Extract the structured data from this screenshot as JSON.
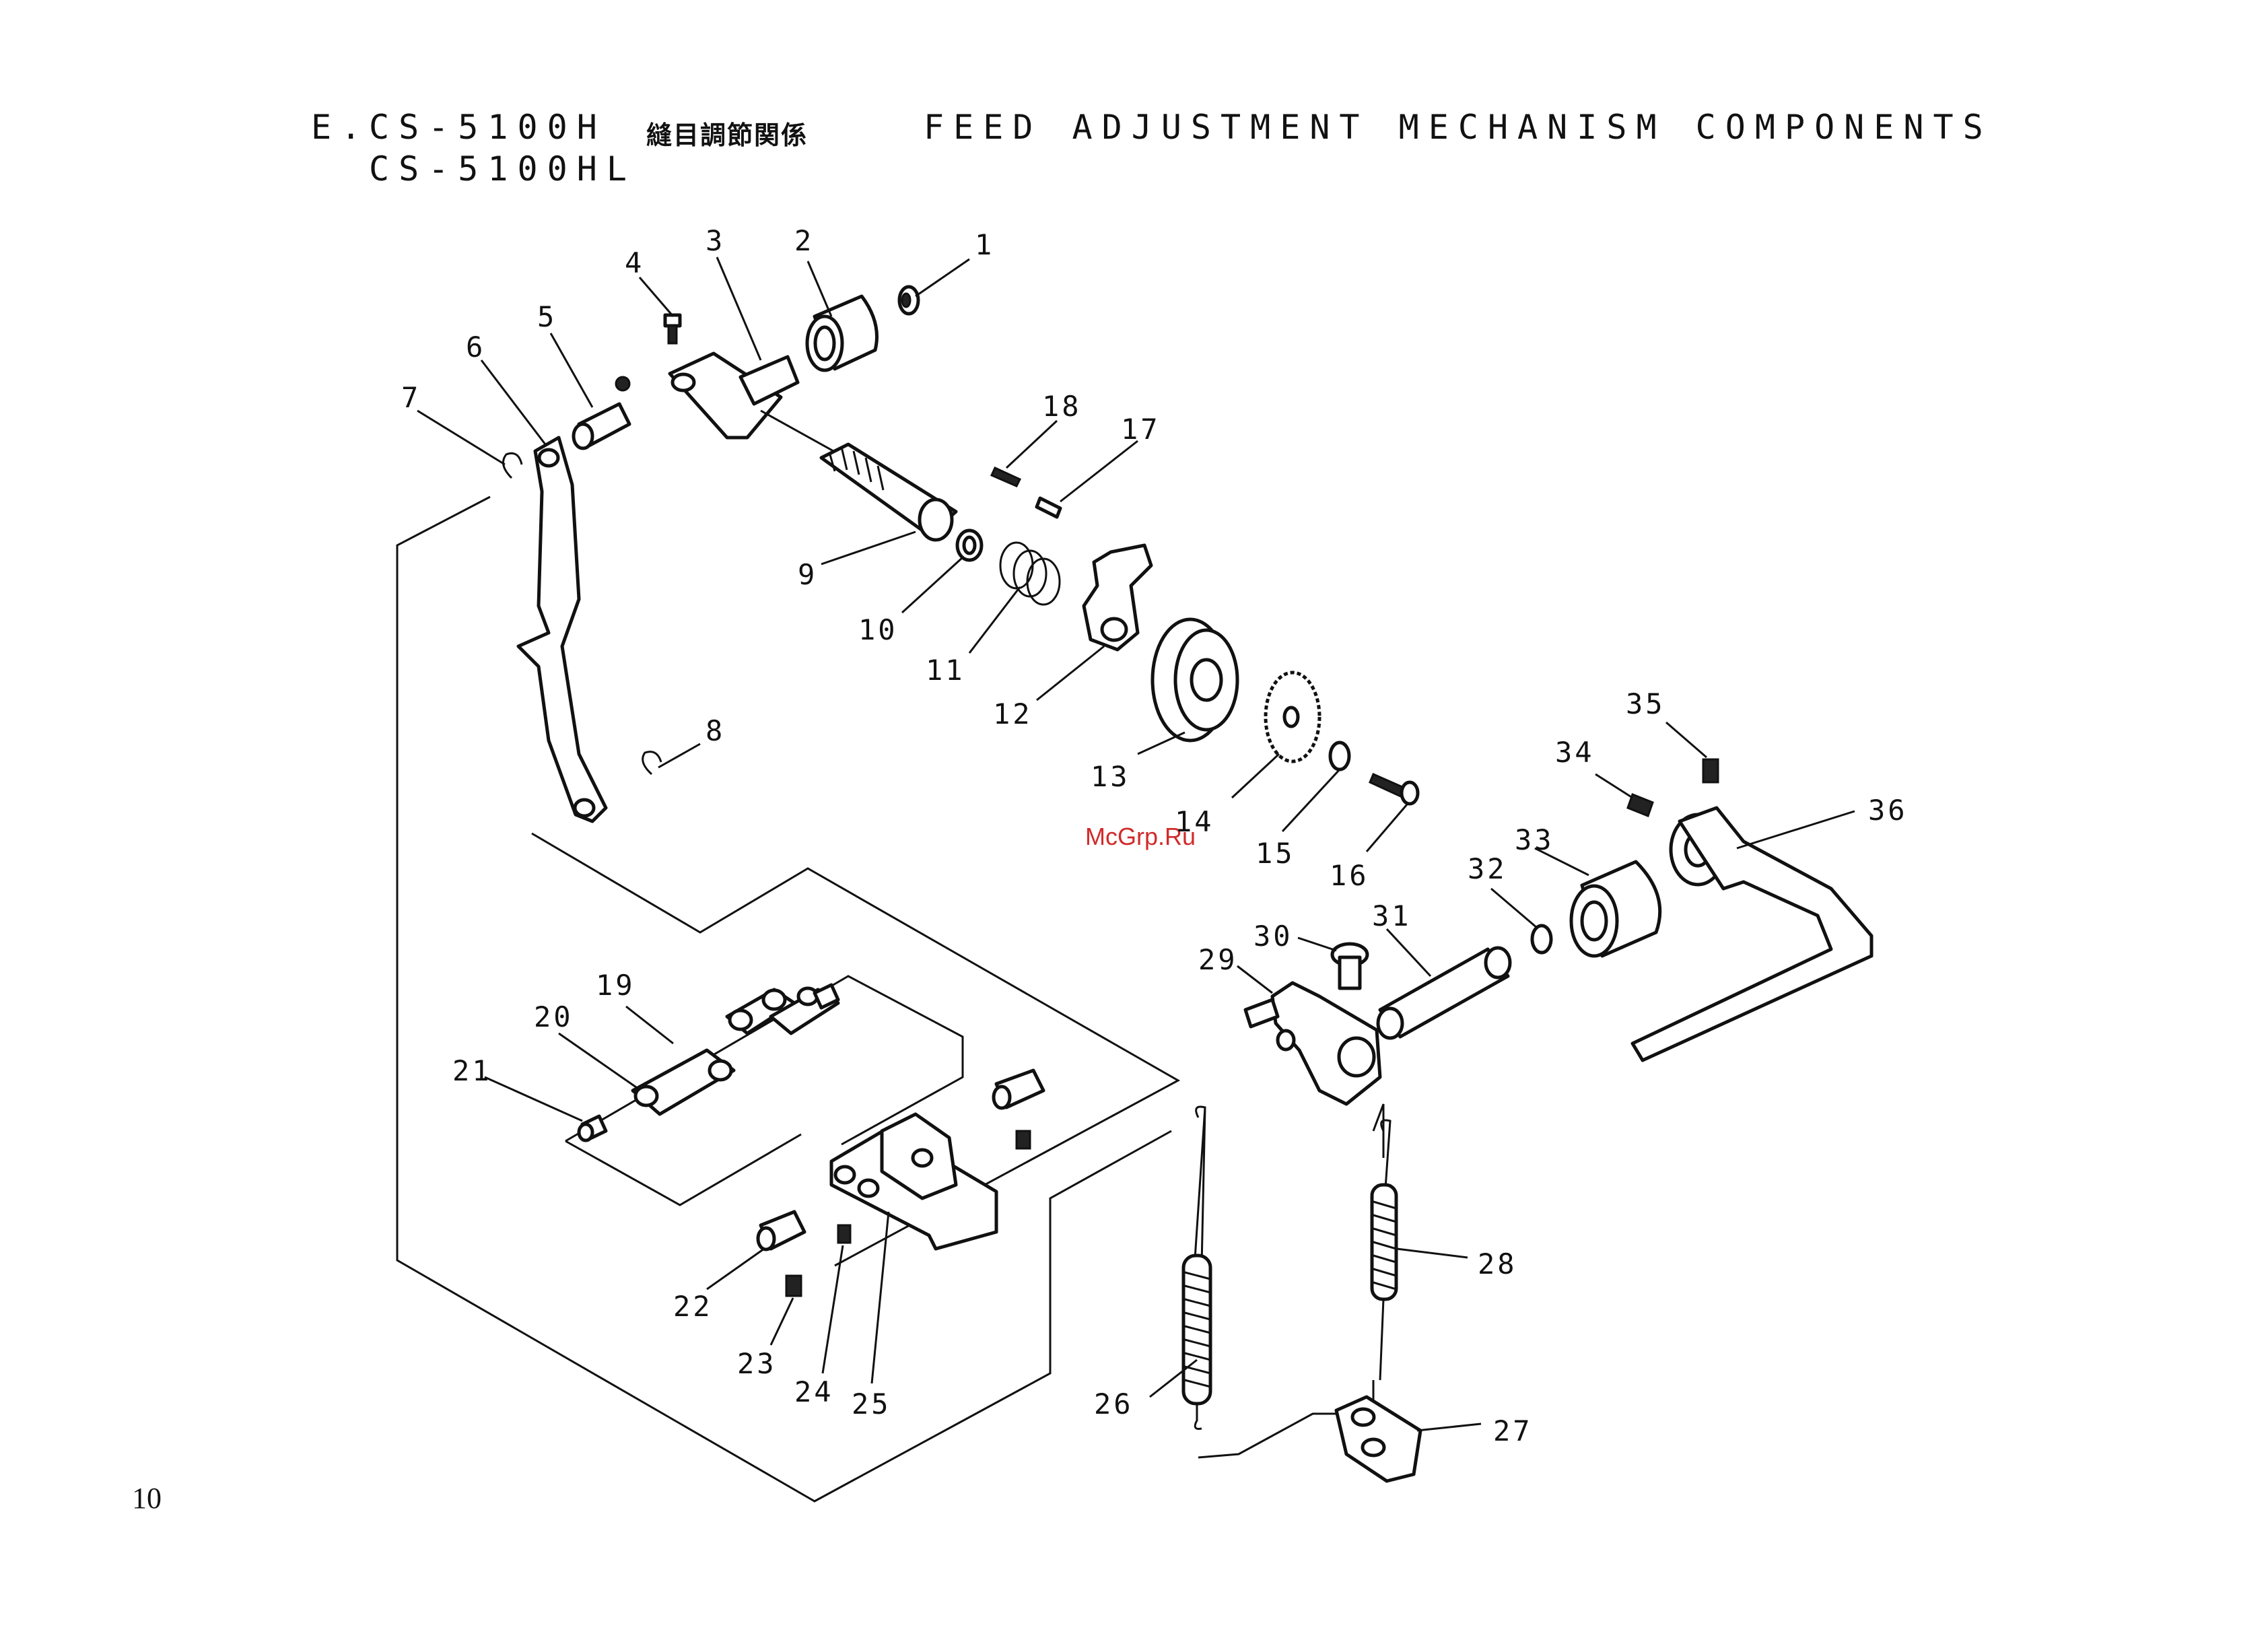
{
  "header": {
    "section_prefix": "E.",
    "model_1": "CS-5100H",
    "model_2": "CS-5100HL",
    "title_jp": "縫目調節関係",
    "title_en": "FEED ADJUSTMENT MECHANISM COMPONENTS"
  },
  "watermark": "McGrp.Ru",
  "page_number": "10",
  "callouts": [
    "1",
    "2",
    "3",
    "4",
    "5",
    "6",
    "7",
    "8",
    "9",
    "10",
    "11",
    "12",
    "13",
    "14",
    "15",
    "16",
    "17",
    "18",
    "19",
    "20",
    "21",
    "22",
    "23",
    "24",
    "25",
    "26",
    "27",
    "28",
    "29",
    "30",
    "31",
    "32",
    "33",
    "34",
    "35",
    "36"
  ]
}
